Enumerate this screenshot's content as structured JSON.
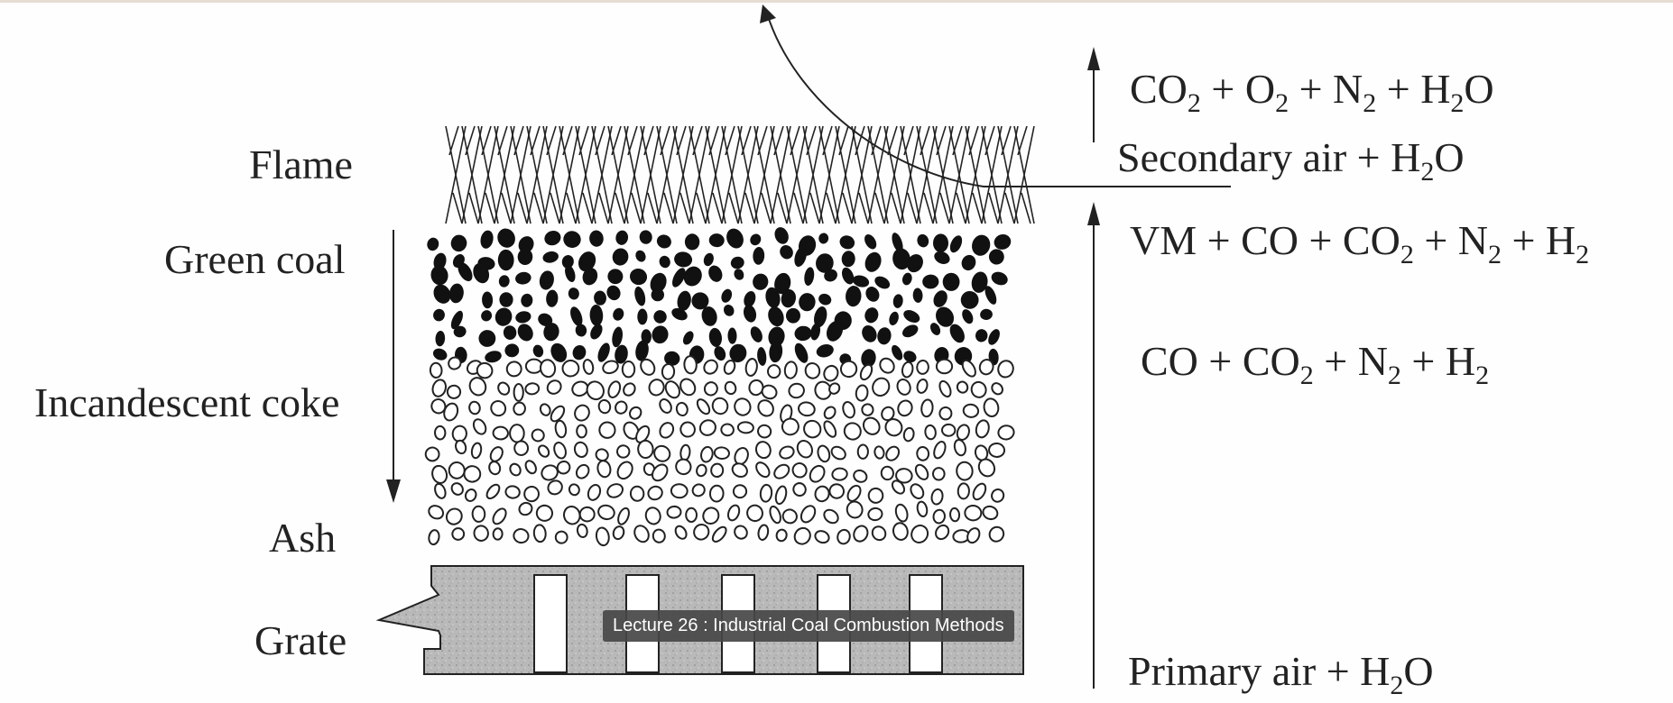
{
  "labels": {
    "flame": "Flame",
    "green_coal": "Green coal",
    "incandescent_coke": "Incandescent coke",
    "ash": "Ash",
    "grate": "Grate"
  },
  "gases": {
    "top": [
      "CO",
      "2",
      " + O",
      "2",
      " + N",
      "2",
      " + H",
      "2",
      "O"
    ],
    "secondary": [
      "Secondary air + H",
      "2",
      "O"
    ],
    "vm": [
      "VM + CO + CO",
      "2",
      " + N",
      "2",
      " + H",
      "2"
    ],
    "co": [
      "CO + CO",
      "2",
      " + N",
      "2",
      " + H",
      "2"
    ],
    "primary": [
      "Primary air + H",
      "2",
      "O"
    ]
  },
  "video": {
    "title": "Lecture 26 : Industrial Coal Combustion Methods"
  }
}
